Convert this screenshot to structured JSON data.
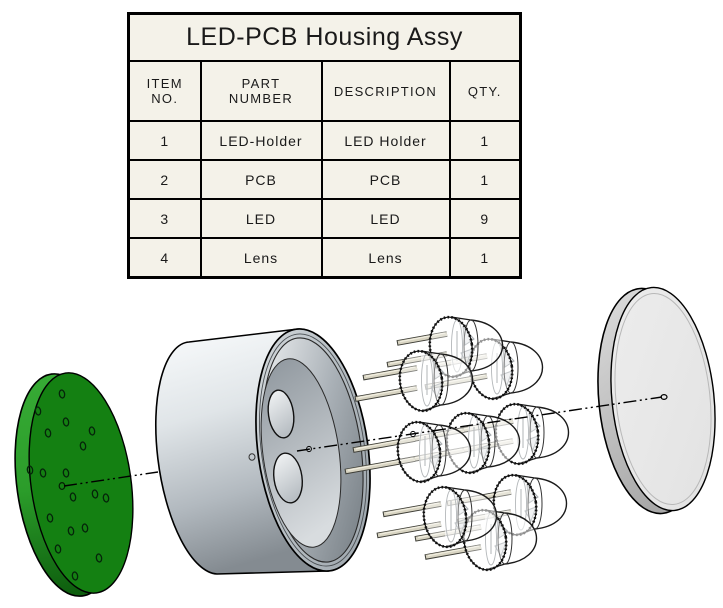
{
  "bom": {
    "title": "LED-PCB Housing Assy",
    "columns": [
      "ITEM NO.",
      "PART NUMBER",
      "DESCRIPTION",
      "QTY."
    ],
    "rows": [
      [
        "1",
        "LED-Holder",
        "LED Holder",
        "1"
      ],
      [
        "2",
        "PCB",
        "PCB",
        "1"
      ],
      [
        "3",
        "LED",
        "LED",
        "9"
      ],
      [
        "4",
        "Lens",
        "Lens",
        "1"
      ]
    ]
  },
  "drawing": {
    "parts": [
      {
        "item": "1",
        "name": "LED-Holder"
      },
      {
        "item": "2",
        "name": "PCB"
      },
      {
        "item": "3",
        "name": "LED"
      },
      {
        "item": "4",
        "name": "Lens"
      }
    ],
    "colors": {
      "pcb_face_green": "#148012",
      "pcb_rim_green": "#2fa32f",
      "housing_gray": "#c4cad0",
      "lens_face_gray": "#e8e8e8",
      "lead_tan": "#d8d4c2",
      "edge_black": "#000000",
      "table_bg": "#f4f2e9"
    }
  }
}
